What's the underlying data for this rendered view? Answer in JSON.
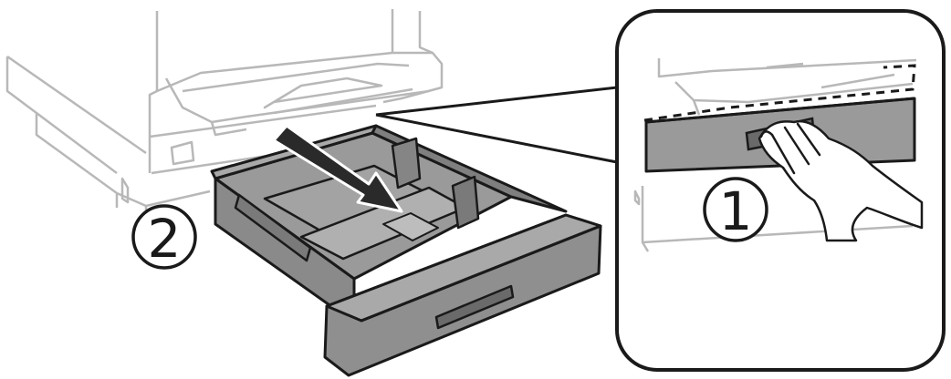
{
  "steps": [
    {
      "number": "1",
      "action": "press-lever"
    },
    {
      "number": "2",
      "action": "pull-out-cassette"
    }
  ],
  "icons": {
    "arrow": "arrow-pull-icon",
    "hand": "hand-icon"
  },
  "colors": {
    "line": "#1a1a1a",
    "printer_outline": "#b8b8b8",
    "tray_fill": "#8f8f8f",
    "tray_light": "#a9a9a9",
    "tray_dark": "#6a6a6a",
    "cover_fill": "#9a9a9a",
    "background": "#ffffff"
  }
}
